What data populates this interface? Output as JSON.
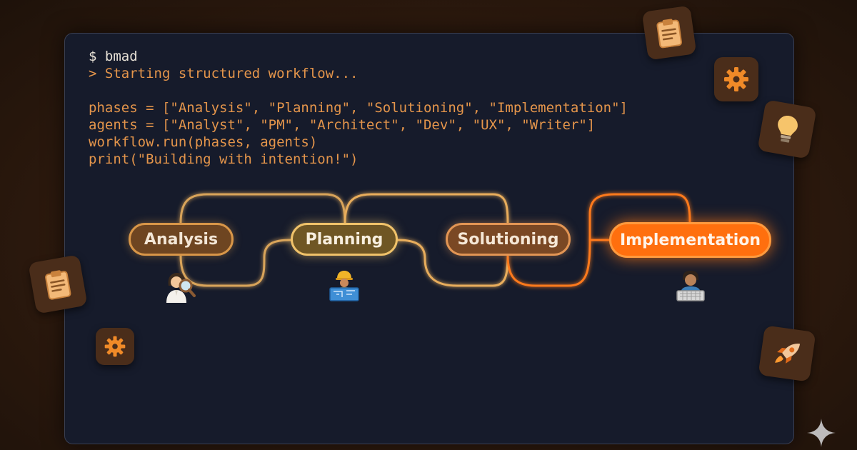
{
  "terminal": {
    "prompt": "$ bmad",
    "status": "> Starting structured workflow...",
    "code_lines": [
      "phases = [\"Analysis\", \"Planning\", \"Solutioning\", \"Implementation\"]",
      "agents = [\"Analyst\", \"PM\", \"Architect\", \"Dev\", \"UX\", \"Writer\"]",
      "workflow.run(phases, agents)",
      "print(\"Building with intention!\")"
    ]
  },
  "phases": {
    "analysis": "Analysis",
    "planning": "Planning",
    "solutioning": "Solutioning",
    "implementation": "Implementation"
  },
  "colors": {
    "code_text": "#e4954b",
    "terminal_bg": "#161b2b",
    "accent": "#ff6f0e",
    "connector_gold": "#f0c26a",
    "connector_orange": "#ff7a1a"
  },
  "icons": {
    "analysis_agent": "analyst-with-magnifier-icon",
    "planning_agent": "architect-with-blueprint-icon",
    "implementation_agent": "developer-with-keyboard-icon",
    "tiles": [
      "clipboard-icon",
      "gear-icon",
      "lightbulb-icon",
      "clipboard-icon",
      "gear-icon",
      "rocket-icon"
    ],
    "corner": "sparkle-icon"
  }
}
